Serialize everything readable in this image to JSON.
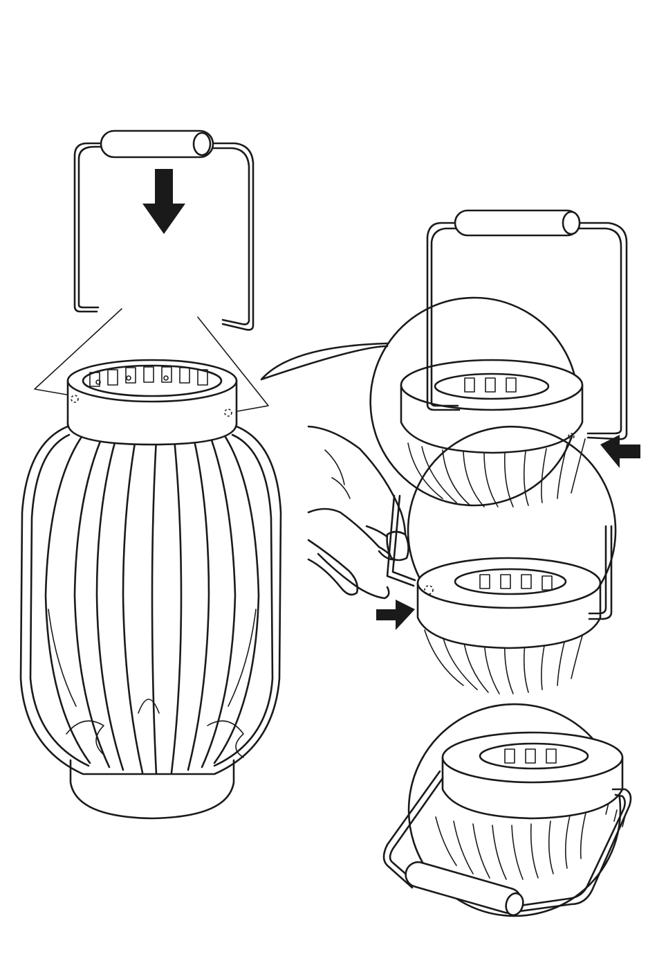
{
  "figure": {
    "colors": {
      "ink": "#1a1a1a",
      "background": "#ffffff"
    },
    "panels": [
      {
        "id": "lantern-overview",
        "icons": [
          "handle-icon",
          "down-arrow-icon",
          "lantern-icon"
        ]
      },
      {
        "id": "detail-insert-handle",
        "icons": [
          "handle-icon",
          "left-arrow-icon",
          "top-ring-icon"
        ]
      },
      {
        "id": "detail-tighten-screw",
        "icons": [
          "hand-icon",
          "allen-key-icon",
          "right-arrow-icon"
        ]
      },
      {
        "id": "detail-handle-folded",
        "icons": [
          "handle-icon",
          "top-ring-icon"
        ]
      }
    ]
  }
}
